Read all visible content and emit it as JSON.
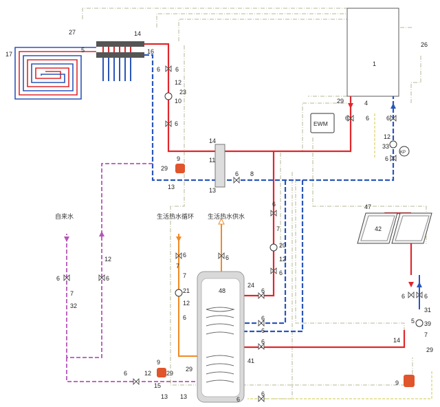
{
  "colors": {
    "hot": "#e0262b",
    "cold": "#2a55b8",
    "dhw": "#f08a24",
    "potable": "#b455b8",
    "solar": "#d8d36a",
    "control": "#b5b795",
    "grey": "#5a5a5a",
    "tank": "#d9d9d9",
    "exp": "#e0552b"
  },
  "labels": {
    "boiler": "1",
    "ewm": "EWM",
    "tank": "48",
    "collector": "42",
    "floor_loop": "17",
    "water_inlet": "自来水",
    "dhw_circ": "生活热水循环",
    "dhw_supply": "生活热水供水"
  },
  "tags": [
    {
      "id": "t27",
      "text": "27"
    },
    {
      "id": "t14a",
      "text": "14"
    },
    {
      "id": "t16",
      "text": "16"
    },
    {
      "id": "t5a",
      "text": "5"
    },
    {
      "id": "t6a",
      "text": "6"
    },
    {
      "id": "t6b",
      "text": "6"
    },
    {
      "id": "t12a",
      "text": "12"
    },
    {
      "id": "t23",
      "text": "23"
    },
    {
      "id": "t10",
      "text": "10"
    },
    {
      "id": "t6c",
      "text": "6"
    },
    {
      "id": "t26",
      "text": "26"
    },
    {
      "id": "t29a",
      "text": "29"
    },
    {
      "id": "t6d",
      "text": "6"
    },
    {
      "id": "t4",
      "text": "4"
    },
    {
      "id": "t6e",
      "text": "6"
    },
    {
      "id": "t6f",
      "text": "6"
    },
    {
      "id": "t12b",
      "text": "12"
    },
    {
      "id": "t33",
      "text": "33"
    },
    {
      "id": "t6g",
      "text": "6"
    },
    {
      "id": "t14b",
      "text": "14"
    },
    {
      "id": "t11",
      "text": "11"
    },
    {
      "id": "t13a",
      "text": "13"
    },
    {
      "id": "t6h",
      "text": "6"
    },
    {
      "id": "t8",
      "text": "8"
    },
    {
      "id": "t9a",
      "text": "9"
    },
    {
      "id": "t29b",
      "text": "29"
    },
    {
      "id": "t13b",
      "text": "13"
    },
    {
      "id": "t6i",
      "text": "6"
    },
    {
      "id": "t7a",
      "text": "7"
    },
    {
      "id": "t20",
      "text": "20"
    },
    {
      "id": "t12c",
      "text": "12"
    },
    {
      "id": "t6j",
      "text": "6"
    },
    {
      "id": "t47",
      "text": "47"
    },
    {
      "id": "t12d",
      "text": "12"
    },
    {
      "id": "t6k",
      "text": "6"
    },
    {
      "id": "t6l",
      "text": "6"
    },
    {
      "id": "t7b",
      "text": "7"
    },
    {
      "id": "t32",
      "text": "32"
    },
    {
      "id": "t6m",
      "text": "6"
    },
    {
      "id": "t7c",
      "text": "7"
    },
    {
      "id": "t21",
      "text": "21"
    },
    {
      "id": "t12e",
      "text": "12"
    },
    {
      "id": "t6n",
      "text": "6"
    },
    {
      "id": "t6o",
      "text": "6"
    },
    {
      "id": "t24",
      "text": "24"
    },
    {
      "id": "t6p",
      "text": "6"
    },
    {
      "id": "t6q",
      "text": "6"
    },
    {
      "id": "t6r",
      "text": "6"
    },
    {
      "id": "t6s",
      "text": "6"
    },
    {
      "id": "t31",
      "text": "31"
    },
    {
      "id": "t5b",
      "text": "5"
    },
    {
      "id": "t39",
      "text": "39"
    },
    {
      "id": "t7d",
      "text": "7"
    },
    {
      "id": "t14c",
      "text": "14"
    },
    {
      "id": "t6t",
      "text": "6"
    },
    {
      "id": "t41",
      "text": "41"
    },
    {
      "id": "t9b",
      "text": "9"
    },
    {
      "id": "t29c",
      "text": "29"
    },
    {
      "id": "t9c",
      "text": "9"
    },
    {
      "id": "t29d",
      "text": "29"
    },
    {
      "id": "t6u",
      "text": "6"
    },
    {
      "id": "t12f",
      "text": "12"
    },
    {
      "id": "t15",
      "text": "15"
    },
    {
      "id": "t29e",
      "text": "29"
    },
    {
      "id": "t13c",
      "text": "13"
    },
    {
      "id": "t13d",
      "text": "13"
    },
    {
      "id": "t6v",
      "text": "6"
    },
    {
      "id": "t7e",
      "text": "7"
    },
    {
      "id": "t6w",
      "text": "6"
    },
    {
      "id": "t6x",
      "text": "6"
    }
  ],
  "kp_label": "KP"
}
